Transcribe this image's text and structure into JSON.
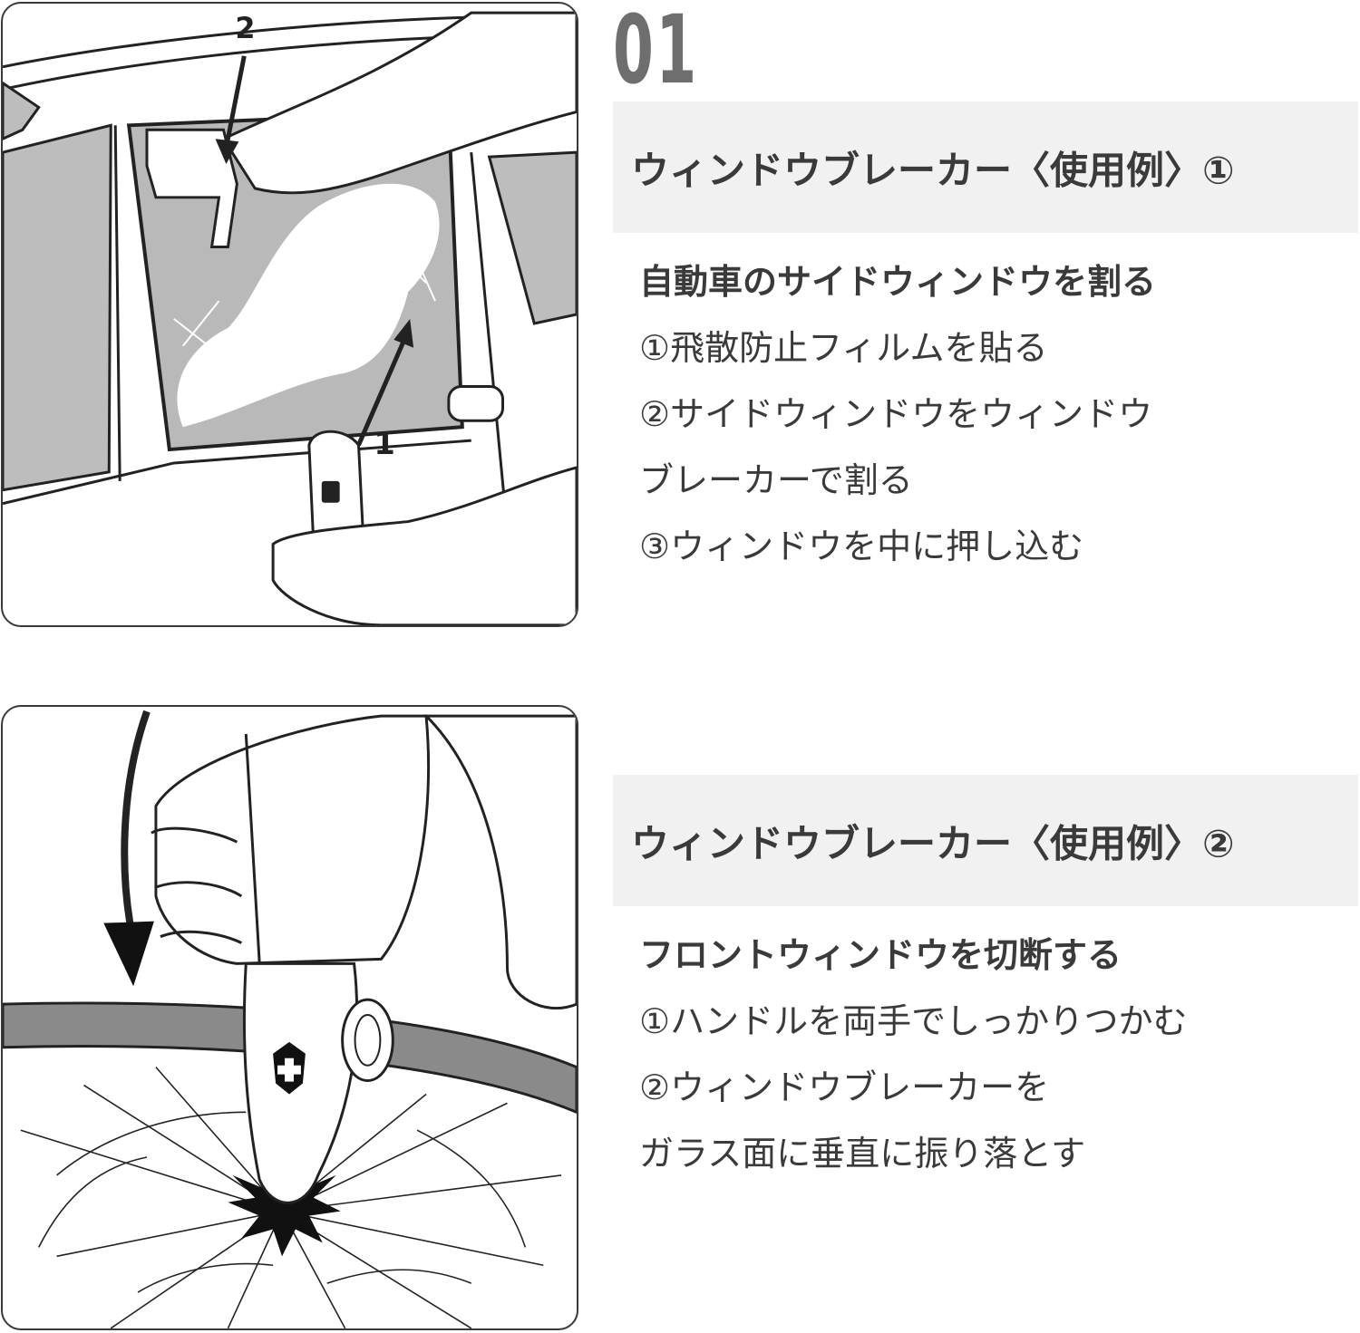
{
  "section_number": "01",
  "example1": {
    "heading": "ウィンドウブレーカー〈使用例〉①",
    "title": "自動車のサイドウィンドウを割る",
    "steps": [
      "①飛散防止フィルムを貼る",
      "②サイドウィンドウをウィンドウ",
      "ブレーカーで割る",
      "③ウィンドウを中に押し込む"
    ],
    "illustration": {
      "arrow_label_1": "1",
      "arrow_label_2": "2"
    }
  },
  "example2": {
    "heading": "ウィンドウブレーカー〈使用例〉②",
    "title": "フロントウィンドウを切断する",
    "steps": [
      "①ハンドルを両手でしっかりつかむ",
      "②ウィンドウブレーカーを",
      "ガラス面に垂直に振り落とす"
    ]
  },
  "colors": {
    "number_gray": "#6e6e6e",
    "heading_bg": "#f1f1f1",
    "text": "#3a3a3a",
    "window_gray": "#b9b9b9"
  }
}
